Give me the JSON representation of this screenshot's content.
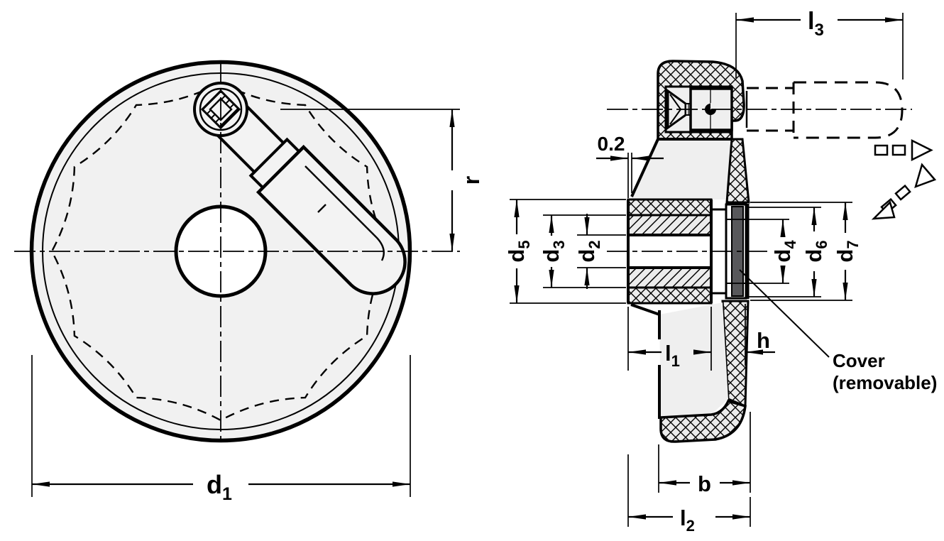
{
  "drawing": {
    "views": {
      "front_view": "handwheel front view",
      "section_view": "handwheel section view"
    },
    "dimensions": {
      "d1": {
        "base": "d",
        "sub": "1"
      },
      "r": {
        "base": "r",
        "sub": ""
      },
      "l3": {
        "base": "l",
        "sub": "3"
      },
      "gap": {
        "text": "0.2"
      },
      "d5": {
        "base": "d",
        "sub": "5"
      },
      "d3": {
        "base": "d",
        "sub": "3"
      },
      "d2": {
        "base": "d",
        "sub": "2"
      },
      "d4": {
        "base": "d",
        "sub": "4"
      },
      "d6": {
        "base": "d",
        "sub": "6"
      },
      "d7": {
        "base": "d",
        "sub": "7"
      },
      "l1": {
        "base": "l",
        "sub": "1"
      },
      "h": {
        "base": "h",
        "sub": ""
      },
      "b": {
        "base": "b",
        "sub": ""
      },
      "l2": {
        "base": "l",
        "sub": "2"
      }
    },
    "annotations": {
      "cover_line1": "Cover",
      "cover_line2": "(removable)"
    },
    "colors": {
      "line": "#000000",
      "part_fill": "#efefef",
      "cover_fill": "#58585b",
      "background": "#ffffff"
    }
  }
}
